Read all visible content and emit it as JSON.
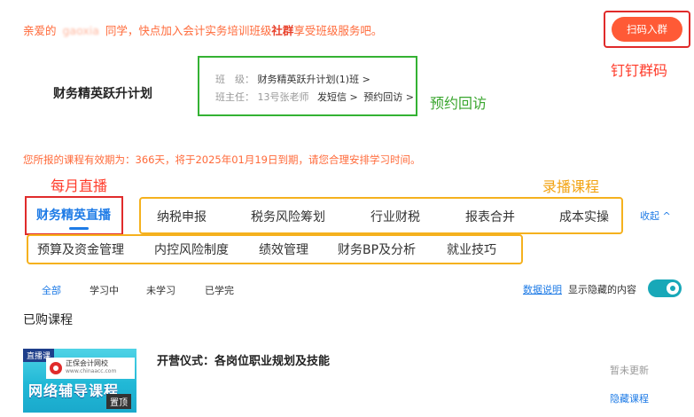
{
  "greeting": {
    "prefix": "亲爱的",
    "username_blurred": "gaoxia",
    "middle": "同学，快点加入会计实务培训班级",
    "highlight": "社群",
    "suffix": "享受班级服务吧。"
  },
  "header": {
    "scan_button_label": "扫码入群",
    "plan_title": "财务精英跃升计划"
  },
  "class_info": {
    "class_label": "班　级：",
    "class_value": "财务精英跃升计划(1)班 >",
    "teacher_label": "班主任：",
    "teacher_value": "13号张老师",
    "sms_link": "发短信 >",
    "appointment_link": "预约回访 >"
  },
  "annotations": {
    "dingtalk": "钉钉群码",
    "appointment": "预约回访",
    "monthly_live": "每月直播",
    "recorded": "录播课程"
  },
  "validity_notice": "您所报的课程有效期为：366天，将于2025年01月19日到期，请您合理安排学习时间。",
  "categories": {
    "active_tab": "财务精英直播",
    "row1": [
      "纳税申报",
      "税务风险筹划",
      "行业财税",
      "报表合并",
      "成本实操"
    ],
    "row2": [
      "预算及资金管理",
      "内控风险制度",
      "绩效管理",
      "财务BP及分析",
      "就业技巧"
    ],
    "collapse_label": "收起 ^"
  },
  "filters": {
    "items": [
      "全部",
      "学习中",
      "未学习",
      "已学完"
    ],
    "active_index": 0,
    "data_explain_link": "数据说明",
    "show_hidden_label": "显示隐藏的内容",
    "show_hidden_on": true
  },
  "purchased": {
    "section_title": "已购课程",
    "course": {
      "thumb_tag": "直播课",
      "thumb_brand": "正保会计网校",
      "thumb_url": "www.chinaacc.com",
      "thumb_text": "网络辅导课程",
      "thumb_pin": "置顶",
      "title": "开营仪式：各岗位职业规划及技能",
      "status": "暂未更新",
      "hide_link": "隐藏课程"
    }
  },
  "colors": {
    "accent_blue": "#1e7be6",
    "orange_text": "#ff6a3a",
    "scan_button": "#ff5a36",
    "toggle": "#18a8b8"
  }
}
